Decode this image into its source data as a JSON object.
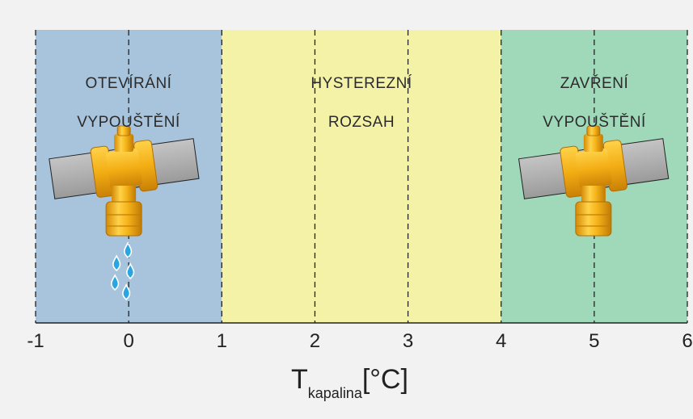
{
  "zones": [
    {
      "from": -1,
      "to": 1,
      "color": "#a7c4dc",
      "label_line1": "OTEVÍRÁNÍ",
      "label_line2": "VYPOUŠTĚNÍ",
      "icon": "valve-open-dripping-icon"
    },
    {
      "from": 1,
      "to": 4,
      "color": "#f3f2a6",
      "label_line1": "HYSTEREZNÍ",
      "label_line2": "ROZSAH"
    },
    {
      "from": 4,
      "to": 6,
      "color": "#9fd9b9",
      "label_line1": "ZAVŘENÍ",
      "label_line2": "VYPOUŠTĚNÍ",
      "icon": "valve-closed-icon"
    }
  ],
  "axis": {
    "min": -1,
    "max": 6,
    "ticks": [
      -1,
      0,
      1,
      2,
      3,
      4,
      5,
      6
    ],
    "tick_labels": [
      "-1",
      "0",
      "1",
      "2",
      "3",
      "4",
      "5",
      "6"
    ],
    "title_main": "T",
    "title_sub": "kapalina",
    "title_unit": "[°C]"
  },
  "dashed_gridlines": [
    -1,
    0,
    1,
    2,
    3,
    4,
    5,
    6
  ],
  "colors": {
    "valve": "#f0b116",
    "pipe": "#b3b3b3",
    "water": "#2aa5e0",
    "outline": "#222222"
  }
}
